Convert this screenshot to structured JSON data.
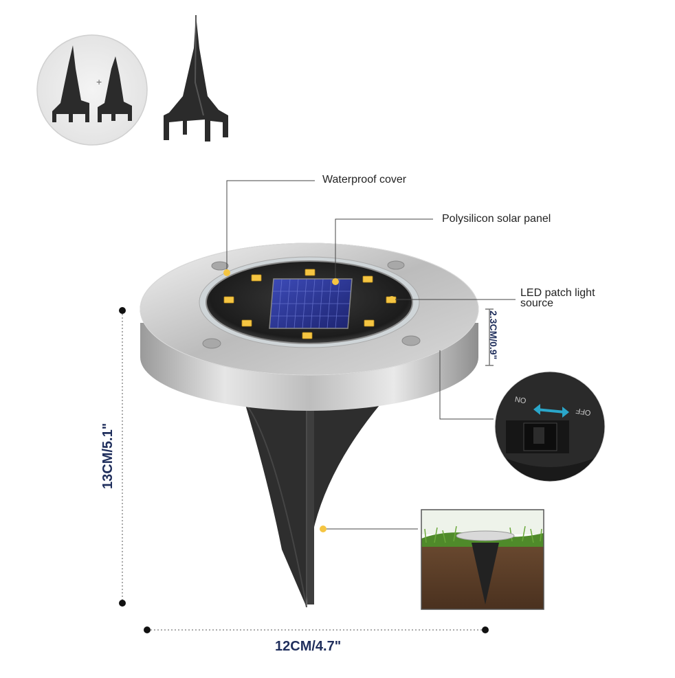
{
  "callouts": {
    "waterproof_cover": "Waterproof cover",
    "solar_panel": "Polysilicon solar panel",
    "led_source_line1": "LED patch light",
    "led_source_line2": "source"
  },
  "dimensions": {
    "width": "12CM/4.7\"",
    "height": "13CM/5.1\"",
    "body_height": "2.3CM/0.9\""
  },
  "switch_labels": {
    "on": "ON",
    "off": "OFF"
  },
  "colors": {
    "dimension_text": "#1f2e5c",
    "led_yellow": "#f5c542",
    "switch_arrow": "#2aa6c9",
    "stake_black": "#2b2b2b"
  }
}
